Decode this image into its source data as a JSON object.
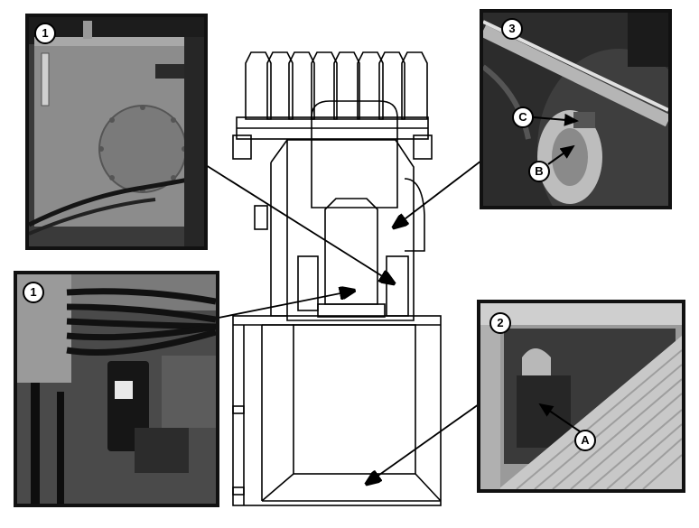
{
  "views": [
    {
      "id": "top-left",
      "number": "1"
    },
    {
      "id": "bottom-left",
      "number": "1"
    },
    {
      "id": "top-right",
      "number": "3"
    },
    {
      "id": "bottom-right",
      "number": "2"
    }
  ],
  "callouts": {
    "a": "A",
    "b": "B",
    "c": "C"
  },
  "colors": {
    "line": "#000000",
    "frame": "#111111",
    "badge_fill": "#ffffff"
  }
}
